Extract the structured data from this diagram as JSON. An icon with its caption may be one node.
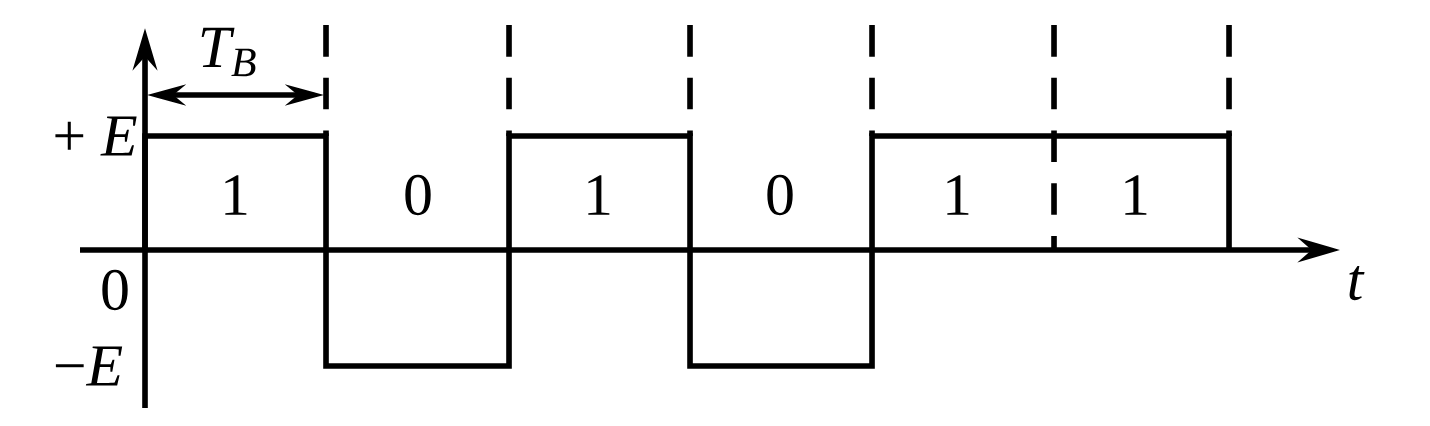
{
  "diagram": {
    "labels": [
      "T$_{B}$",
      "+ *E*",
      "1",
      "0",
      "1",
      "0",
      "1",
      "1",
      "0",
      "*t*",
      "−*E*"
    ]
  }
}
